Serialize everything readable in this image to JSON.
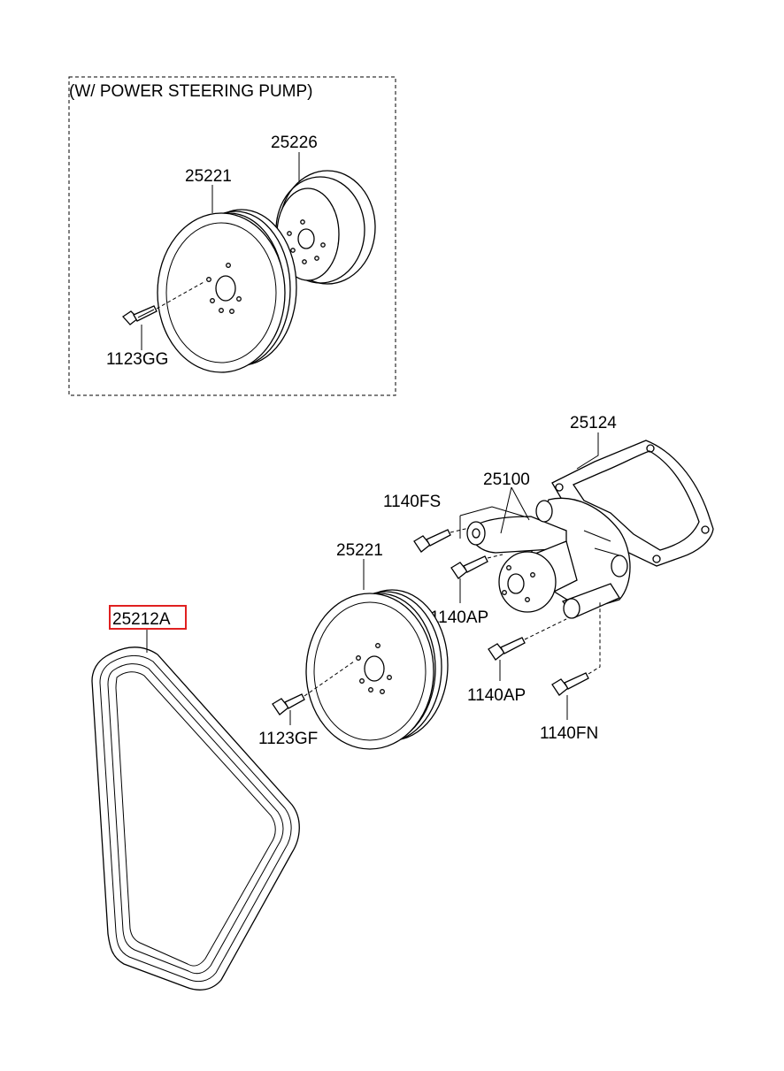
{
  "diagram": {
    "inset_title": "(W/ POWER STEERING PUMP)",
    "highlight_color": "#e02020",
    "parts": {
      "inset_pulley_small": "25226",
      "inset_pulley_large": "25221",
      "inset_bolt": "1123GG",
      "gasket": "25124",
      "water_pump": "25100",
      "pump_bolt_top": "1140FS",
      "pump_bolt_mid": "1140AP",
      "pump_bolt_lower": "1140AP",
      "pump_bolt_bottom": "1140FN",
      "main_pulley": "25221",
      "main_pulley_bolt": "1123GF",
      "v_belt": "25212A"
    }
  }
}
